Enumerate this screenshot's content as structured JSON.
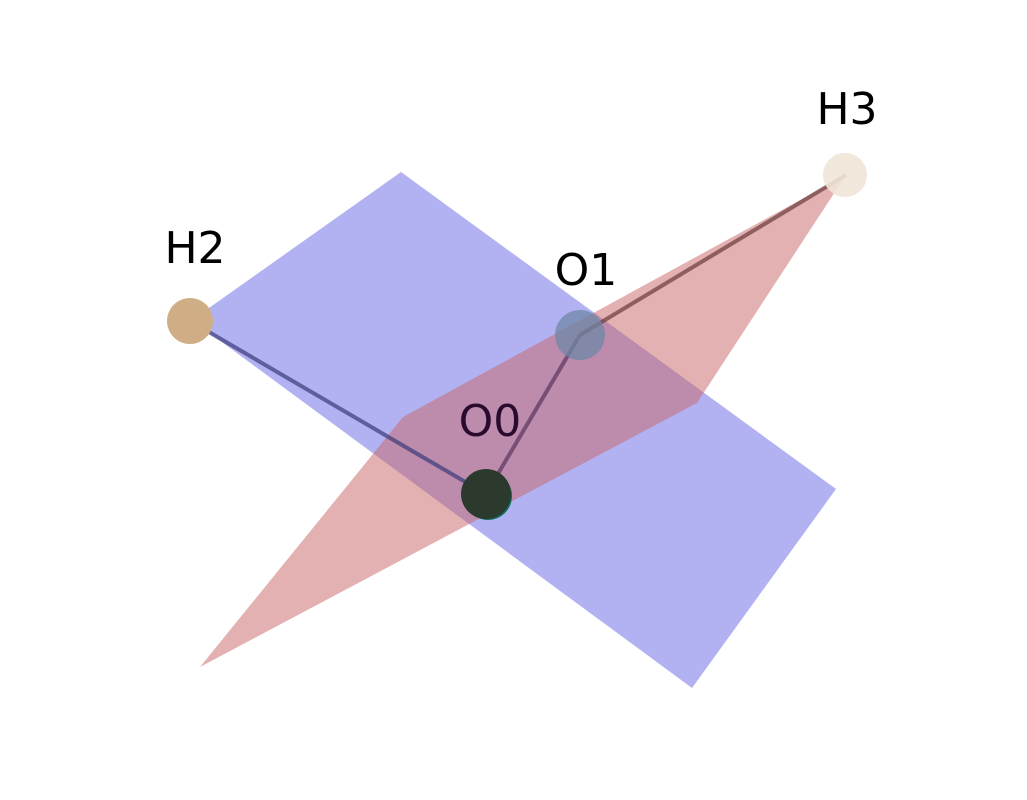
{
  "atoms": [
    {
      "id": "O0",
      "label": "O0",
      "color": "#2b3a2c",
      "accent": "#0d6b5a"
    },
    {
      "id": "O1",
      "label": "O1",
      "color": "#6f87a6"
    },
    {
      "id": "H2",
      "label": "H2",
      "color": "#cfae86"
    },
    {
      "id": "H3",
      "label": "H3",
      "color": "#efe4d6"
    }
  ],
  "bonds": [
    {
      "from": "H2",
      "to": "O0",
      "color": "#3a3a7a"
    },
    {
      "from": "O0",
      "to": "O1",
      "color": "#5a3560"
    },
    {
      "from": "O1",
      "to": "H3",
      "color": "#6a3a3a"
    }
  ],
  "planes": [
    {
      "id": "plane-1",
      "color": "#6666e6",
      "opacity": 0.5
    },
    {
      "id": "plane-2",
      "color": "#c86464",
      "opacity": 0.5
    }
  ]
}
